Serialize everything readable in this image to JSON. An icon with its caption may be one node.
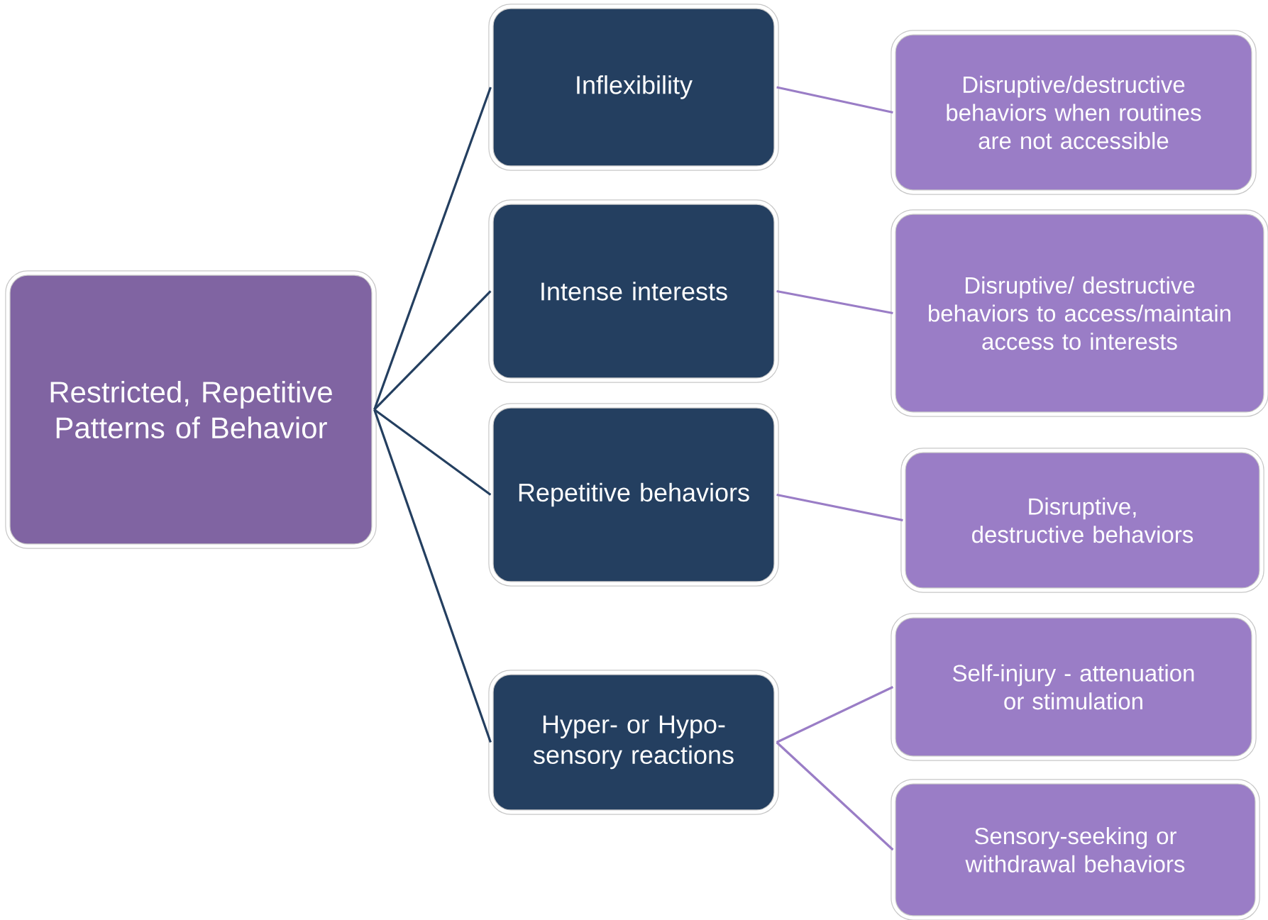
{
  "diagram": {
    "nodes": [
      {
        "text": [
          "Restricted, Repetitive Patterns of Behavior"
        ]
      },
      {
        "text": [
          "Inflexibility"
        ]
      },
      {
        "text": [
          "Intense interests"
        ]
      },
      {
        "text": [
          "Repetitive behaviors"
        ]
      },
      {
        "text": [
          "Hyper- or Hypo-sensory reactions"
        ]
      },
      {
        "text": [
          "Disruptive/destructive behaviors when routines are not accessible"
        ]
      },
      {
        "text": [
          "Disruptive/ destructive behaviors to access/maintain access to interests"
        ]
      },
      {
        "text": [
          "Disruptive, destructive behaviors"
        ]
      },
      {
        "text": [
          "Self-injury - attenuation or stimulation"
        ]
      },
      {
        "text": [
          "Sensory-seeking or withdrawal behaviors"
        ]
      }
    ],
    "edges": [
      {
        "from": 0,
        "to": 1,
        "arrow": "none",
        "color": "#243f60"
      },
      {
        "from": 0,
        "to": 2,
        "arrow": "none",
        "color": "#243f60"
      },
      {
        "from": 0,
        "to": 3,
        "arrow": "none",
        "color": "#243f60"
      },
      {
        "from": 0,
        "to": 4,
        "arrow": "none",
        "color": "#243f60"
      },
      {
        "from": 1,
        "to": 5,
        "arrow": "none"
      },
      {
        "from": 2,
        "to": 6,
        "arrow": "none"
      },
      {
        "from": 3,
        "to": 7,
        "arrow": "none"
      },
      {
        "from": 4,
        "to": 8,
        "arrow": "none"
      },
      {
        "from": 4,
        "to": 9,
        "arrow": "none"
      }
    ]
  }
}
